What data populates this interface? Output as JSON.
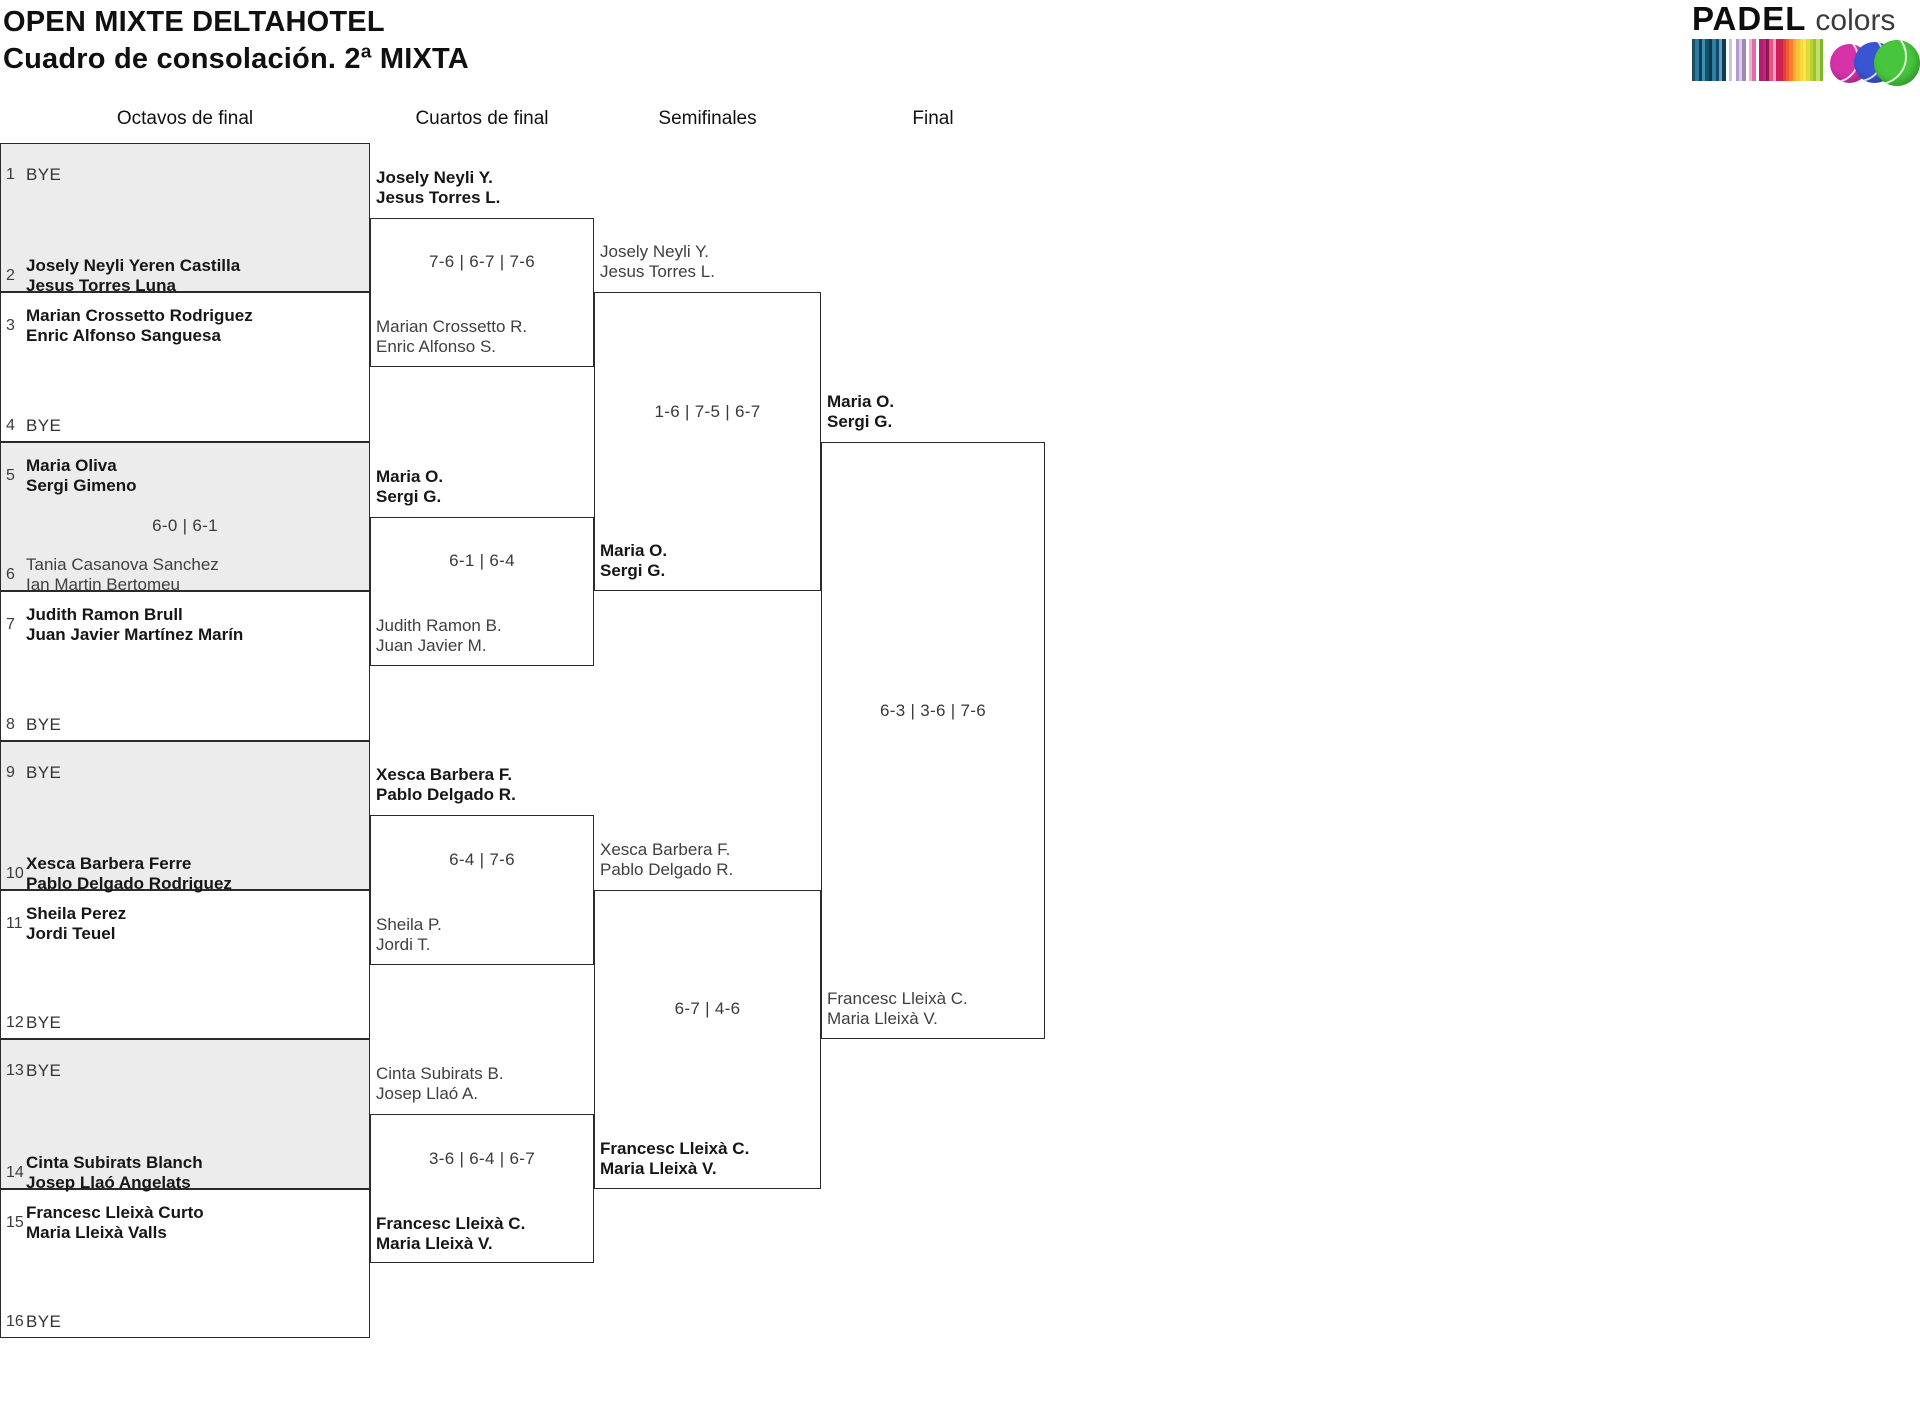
{
  "header": {
    "title": "OPEN MIXTE DELTAHOTEL",
    "subtitle": "Cuadro de consolación. 2ª MIXTA"
  },
  "logo": {
    "brand": "PADEL",
    "brand_sub": "colors",
    "stripe_colors": [
      "#1d4e63",
      "#2a7ca3",
      "#123c55",
      "#3e8fb0",
      "#16506b",
      "#0f3a4d",
      "#2e7fa8",
      "#164a66",
      "#5ba3c0",
      "#123750",
      "#ffffff",
      "#cfc3e0",
      "#ffffff",
      "#b49ac9",
      "#d9cde6",
      "#9b8ab8",
      "#ffffff",
      "#e7b3d2",
      "#e46aa8",
      "#ffffff",
      "#b01e6e",
      "#c42777",
      "#8f1757",
      "#e75480",
      "#f3a4c0",
      "#d81b60",
      "#c62847",
      "#e63946",
      "#f25c2a",
      "#f77f2f",
      "#fca72e",
      "#f9c23c",
      "#fdd93b",
      "#fde74c",
      "#e0d93a",
      "#bcd034",
      "#94c532",
      "#c6dd66",
      "#7fb62e"
    ],
    "ball_colors": [
      "#d633ab",
      "#3a55d4",
      "#47c53d"
    ]
  },
  "rounds": [
    "Octavos de final",
    "Cuartos de final",
    "Semifinales",
    "Final"
  ],
  "octavos": {
    "seeds": [
      {
        "n": "1",
        "names": [
          "BYE"
        ],
        "winner": false
      },
      {
        "n": "2",
        "names": [
          "Josely Neyli Yeren Castilla",
          "Jesus Torres Luna"
        ],
        "winner": true
      },
      {
        "n": "3",
        "names": [
          "Marian Crossetto Rodriguez",
          "Enric Alfonso Sanguesa"
        ],
        "winner": true
      },
      {
        "n": "4",
        "names": [
          "BYE"
        ],
        "winner": false
      },
      {
        "n": "5",
        "names": [
          "Maria Oliva",
          "Sergi Gimeno"
        ],
        "winner": true
      },
      {
        "n": "6",
        "names": [
          "Tania Casanova Sanchez",
          "Ian Martin Bertomeu"
        ],
        "winner": false
      },
      {
        "n": "7",
        "names": [
          "Judith Ramon Brull",
          "Juan Javier Martínez Marín"
        ],
        "winner": true
      },
      {
        "n": "8",
        "names": [
          "BYE"
        ],
        "winner": false
      },
      {
        "n": "9",
        "names": [
          "BYE"
        ],
        "winner": false
      },
      {
        "n": "10",
        "names": [
          "Xesca Barbera Ferre",
          "Pablo Delgado Rodriguez"
        ],
        "winner": true
      },
      {
        "n": "11",
        "names": [
          "Sheila Perez",
          "Jordi Teuel"
        ],
        "winner": true
      },
      {
        "n": "12",
        "names": [
          "BYE"
        ],
        "winner": false
      },
      {
        "n": "13",
        "names": [
          "BYE"
        ],
        "winner": false
      },
      {
        "n": "14",
        "names": [
          "Cinta Subirats Blanch",
          "Josep Llaó Angelats"
        ],
        "winner": true
      },
      {
        "n": "15",
        "names": [
          "Francesc Lleixà Curto",
          "Maria Lleixà Valls"
        ],
        "winner": true
      },
      {
        "n": "16",
        "names": [
          "BYE"
        ],
        "winner": false
      }
    ],
    "score_match_5_6": "6-0 | 6-1"
  },
  "cuartos": [
    {
      "top": [
        "Josely Neyli Y.",
        "Jesus Torres L."
      ],
      "bottom": [
        "Marian Crossetto R.",
        "Enric Alfonso S."
      ],
      "score": "7-6 | 6-7 | 7-6",
      "winner": "top"
    },
    {
      "top": [
        "Maria O.",
        "Sergi G."
      ],
      "bottom": [
        "Judith Ramon B.",
        "Juan Javier M."
      ],
      "score": "6-1 | 6-4",
      "winner": "top"
    },
    {
      "top": [
        "Xesca Barbera F.",
        "Pablo Delgado R."
      ],
      "bottom": [
        "Sheila P.",
        "Jordi T."
      ],
      "score": "6-4 | 7-6",
      "winner": "top"
    },
    {
      "top": [
        "Cinta Subirats B.",
        "Josep Llaó A."
      ],
      "bottom": [
        "Francesc Lleixà C.",
        "Maria Lleixà V."
      ],
      "score": "3-6 | 6-4 | 6-7",
      "winner": "bottom"
    }
  ],
  "semifinales": [
    {
      "top": [
        "Josely Neyli Y.",
        "Jesus Torres L."
      ],
      "bottom": [
        "Maria O.",
        "Sergi G."
      ],
      "score": "1-6 | 7-5 | 6-7",
      "winner": "bottom"
    },
    {
      "top": [
        "Xesca Barbera F.",
        "Pablo Delgado R."
      ],
      "bottom": [
        "Francesc Lleixà C.",
        "Maria Lleixà V."
      ],
      "score": "6-7 | 4-6",
      "winner": "bottom"
    }
  ],
  "final": {
    "top": [
      "Maria O.",
      "Sergi G."
    ],
    "bottom": [
      "Francesc Lleixà C.",
      "Maria Lleixà V."
    ],
    "score": "6-3 | 3-6 | 7-6",
    "winner": "top"
  }
}
